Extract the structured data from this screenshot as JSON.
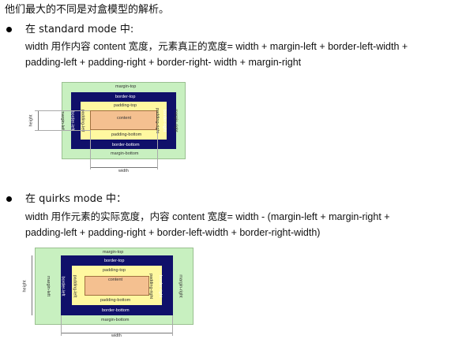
{
  "intro": "他们最大的不同是对盒模型的解析。",
  "standard": {
    "heading": "在 standard mode 中:",
    "line1": "width 用作内容 content 宽度，元素真正的宽度= width + margin-left + border-left-width +",
    "line2": "padding-left + padding-right + border-right- width + margin-right"
  },
  "quirks": {
    "heading": "在 quirks mode 中：",
    "line1": "width 用作元素的实际宽度，内容 content 宽度= width - (margin-left + margin-right +",
    "line2": "padding-left + padding-right + border-left-width + border-right-width)"
  },
  "diagram1": {
    "margin_top": "margin-top",
    "border_top": "border-top",
    "padding_top": "padding-top",
    "content": "content",
    "padding_bottom": "padding-bottom",
    "border_bottom": "border-bottom",
    "margin_bottom": "margin-bottom",
    "margin_left": "margin-left",
    "border_left": "border-left",
    "padding_left": "padding-left",
    "padding_right": "padding-right",
    "border_right": "border-right",
    "margin_right": "margin-right",
    "height": "height",
    "width": "width"
  },
  "diagram2": {
    "margin_top": "margin-top",
    "border_top": "border-top",
    "padding_top": "padding-top",
    "content": "content",
    "padding_bottom": "padding-bottom",
    "border_bottom": "border-bottom",
    "margin_bottom": "margin-bottom",
    "margin_left": "margin-left",
    "border_left": "border-left",
    "padding_left": "padding-left",
    "padding_right": "padding-right",
    "border_right": "border-right",
    "margin_right": "margin-right",
    "height": "height",
    "width": "width"
  },
  "colors": {
    "margin": "#c8f0c0",
    "border": "#10106a",
    "padding": "#fff8a0",
    "content": "#f4c090"
  }
}
